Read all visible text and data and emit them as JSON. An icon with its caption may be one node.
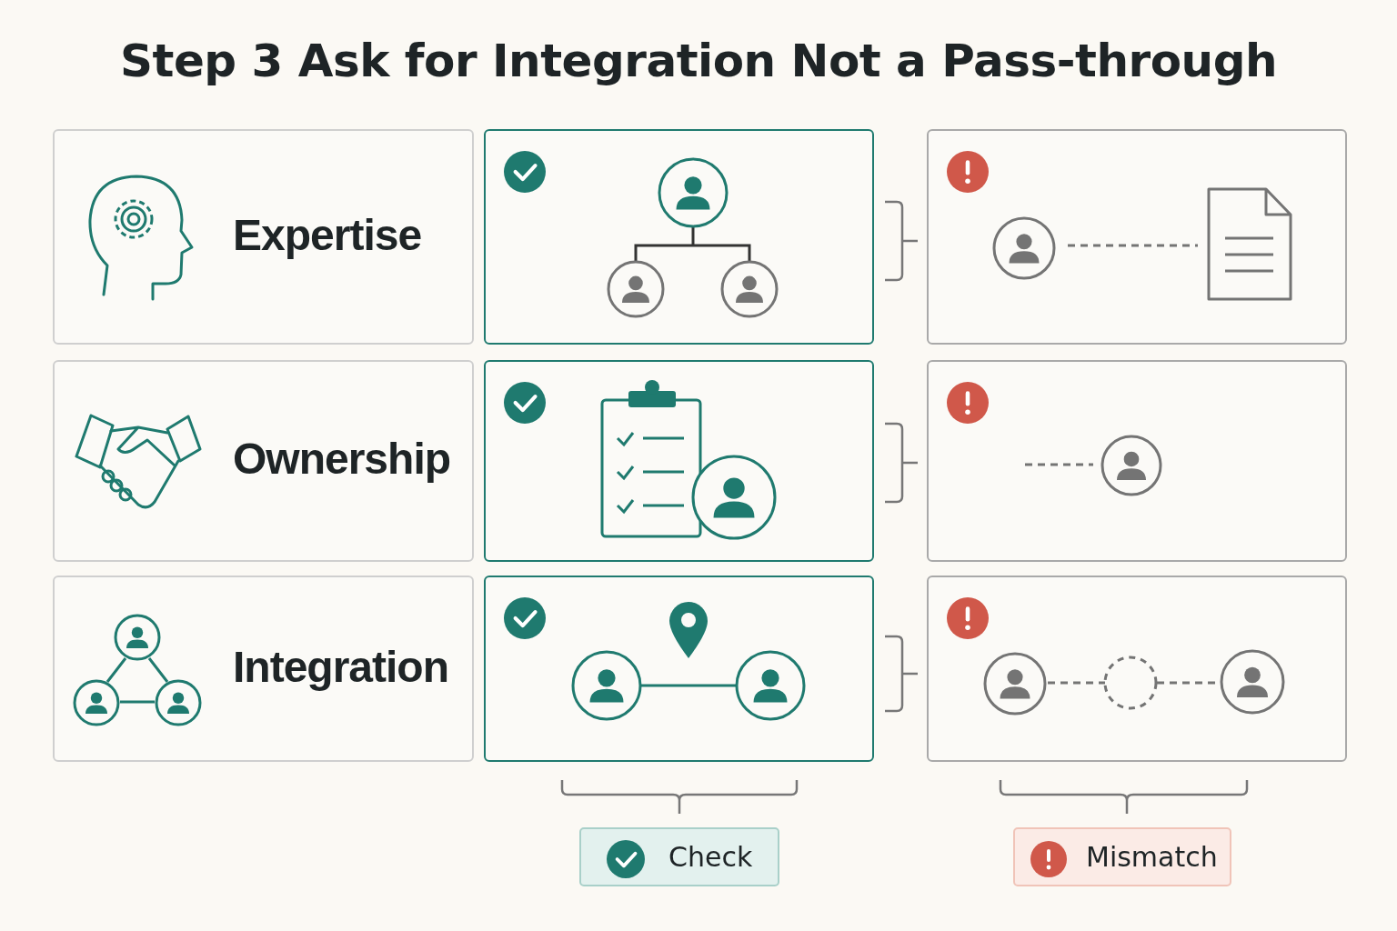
{
  "diagram": {
    "title": "Step 3 Ask for Integration Not a Pass-through",
    "nodes": [
      {
        "text": [
          "Expertise"
        ]
      },
      {
        "text": [
          "Ownership"
        ]
      },
      {
        "text": [
          "Integration"
        ]
      },
      {
        "text": [],
        "shape": "box"
      },
      {
        "text": [],
        "shape": "box"
      },
      {
        "text": [],
        "shape": "box"
      },
      {
        "text": [],
        "shape": "box"
      },
      {
        "text": [],
        "shape": "box"
      },
      {
        "text": [],
        "shape": "box"
      },
      {
        "text": [
          "Check"
        ]
      },
      {
        "text": [
          "Mismatch"
        ]
      }
    ]
  }
}
